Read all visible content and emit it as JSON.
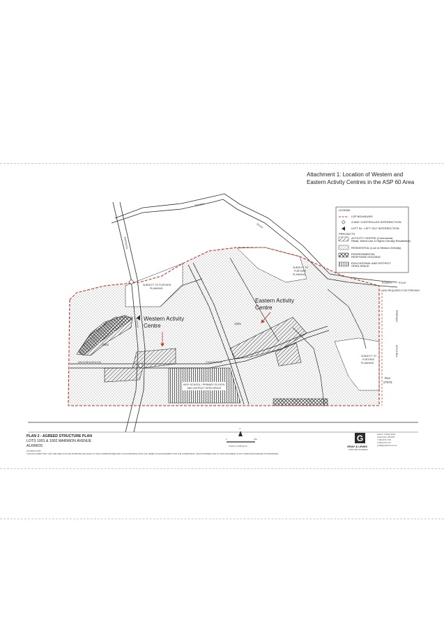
{
  "attachment": {
    "line1": "Attachment 1: Location of Western and",
    "line2": "Eastern Activity Centres in the ASP 60 Area"
  },
  "callouts": {
    "western_line1": "Western Activity",
    "western_line2": "Centre",
    "eastern_line1": "Eastern Activity",
    "eastern_line2": "Centre"
  },
  "roads": {
    "romeo_top": "ROMEO",
    "road_top": "ROAD",
    "romeo_right": "ROMEO",
    "road_right": "ROAD",
    "marmion": "MARMION",
    "avenue": "AVENUE",
    "connector": "CONNECTOR",
    "neighbourhood": "NEIGHBOURHOOD",
    "freeway": "FREEWAY",
    "mitchell": "MITCHELL"
  },
  "planning_notes": {
    "subject_top_1": "SUBJECT TO FURTHER",
    "subject_top_2": "PLANNING",
    "subject_mid_1": "SUBJECT TO",
    "subject_mid_2": "FURTHER",
    "subject_mid_3": "PLANNING",
    "subject_right_1": "SUBJECT TO",
    "subject_right_2": "FURTHER",
    "subject_right_3": "PLANNING",
    "land_required": "LAND REQUIRED FOR FREEWAY",
    "school_1": "HIGH SCHOOL / PRIMARY SCHOOL",
    "school_2": "AND DISTRICT OPEN SPACE"
  },
  "lots": {
    "lot_1002": "1002",
    "lot_1001": "1001",
    "res_1": "Res",
    "res_2": "27678"
  },
  "legend": {
    "heading": "LEGEND",
    "boundary": "LSP BOUNDARY",
    "four_way": "4-WAY CONTROLLED INTERSECTION",
    "left_in": "LEFT IN - LEFT OUT INTERSECTION",
    "precincts": "PRECINCTS",
    "activity_1": "ACTIVITY CENTRE (Commercial,",
    "activity_2": "Retail, Mixed Use & Higher Density Residential)",
    "residential": "RESIDENTIAL (Low to Medium Density)",
    "environmental_1": "ENVIRONMENTAL",
    "environmental_2": "RESPONSE HOUSING",
    "educational_1": "EDUCATIONAL AND DISTRICT",
    "educational_2": "OPEN SPACE"
  },
  "title_block": {
    "plan": "PLAN 2 - AGREED STRUCTURE PLAN",
    "lots": "LOTS 1001 & 1002 MARMION AVENUE",
    "suburb": "ALKIMOS",
    "date": "4th MARCH 2005",
    "disclaimer": "THIS DOCUMENT MAY ONLY BE USED FOR THE PURPOSE FOR WHICH IT WAS COMMISSIONED AND IN ACCORDANCE WITH THE TERMS OF ENGAGEMENT FOR THE COMMISSION. UNAUTHORISED USE OF THIS DOCUMENT IN ANY FORM WHATSOEVER IS PROHIBITED.",
    "scale_zero": "0",
    "scale_end": "20m",
    "scale_text": "SCALE 1:10 000 @ A4",
    "north": "N"
  },
  "firm": {
    "logo_letter": "G",
    "name": "GRAY & LEWIS",
    "tagline": "LAND USE PLANNERS",
    "addr1": "Suite 5, 2 Hardy Street",
    "addr2": "South Perth, WA 6151",
    "tel": "T (08) 9474 1722",
    "fax": "F (08) 9474 1172",
    "email": "perth@graylewis.com.au"
  },
  "colors": {
    "boundary": "#c0392b",
    "arrow": "#c0392b",
    "line": "#2b2b2b",
    "fill_dots": "#555555"
  }
}
